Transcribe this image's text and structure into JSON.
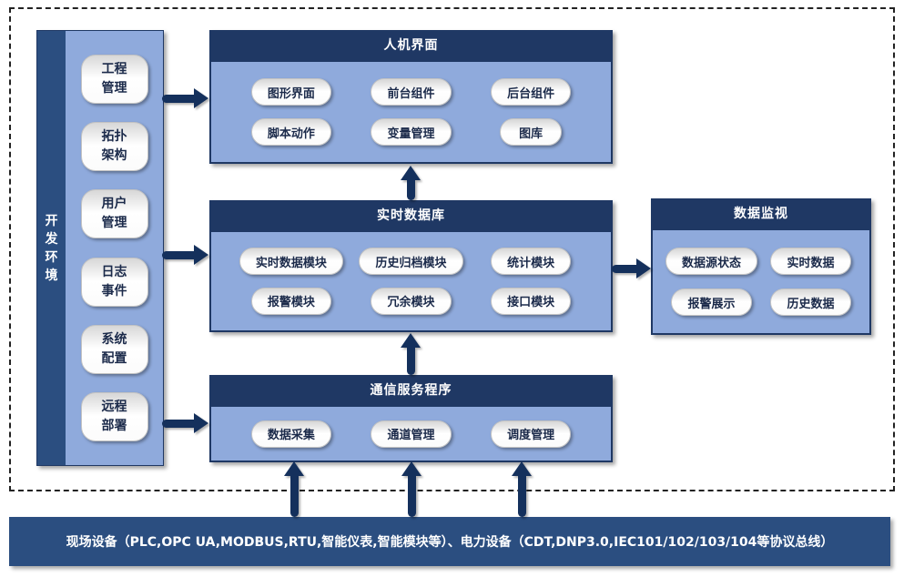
{
  "colors": {
    "header_navy": "#1F3864",
    "bar_navy": "#2B4E80",
    "arrow_navy": "#14305C",
    "panel_light_blue": "#8FAADC",
    "button_face": "#F5F5F5",
    "button_text": "#1B2A4A"
  },
  "dev_env": {
    "label": "开发环境",
    "items": [
      "工程\n管理",
      "拓扑\n架构",
      "用户\n管理",
      "日志\n事件",
      "系统\n配置",
      "远程\n部署"
    ]
  },
  "panels": {
    "hmi": {
      "title": "人机界面",
      "items": [
        "图形界面",
        "前台组件",
        "后台组件",
        "脚本动作",
        "变量管理",
        "图库"
      ]
    },
    "rtdb": {
      "title": "实时数据库",
      "items": [
        "实时数据模块",
        "历史归档模块",
        "统计模块",
        "报警模块",
        "冗余模块",
        "接口模块"
      ]
    },
    "comm": {
      "title": "通信服务程序",
      "items": [
        "数据采集",
        "通道管理",
        "调度管理"
      ]
    },
    "monitor": {
      "title": "数据监视",
      "items": [
        "数据源状态",
        "实时数据",
        "报警展示",
        "历史数据"
      ]
    }
  },
  "bus_bar": {
    "label": "现场设备（PLC,OPC UA,MODBUS,RTU,智能仪表,智能模块等）、电力设备（CDT,DNP3.0,IEC101/102/103/104等协议总线）"
  }
}
